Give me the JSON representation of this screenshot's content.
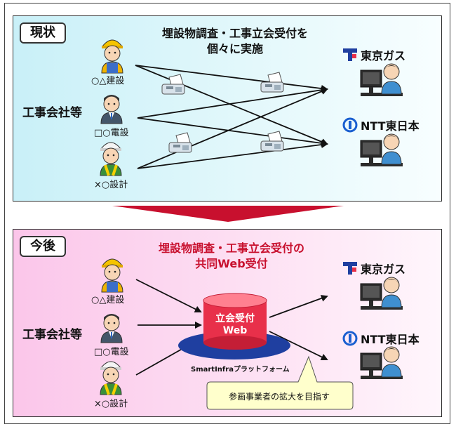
{
  "current": {
    "tag": "現状",
    "title_line1": "埋設物調査・工事立会受付を",
    "title_line2": "個々に実施",
    "group_label": "工事会社等",
    "companies": [
      "○△建設",
      "□○電設",
      "×○設計"
    ],
    "utilities": [
      "東京ガス",
      "NTT東日本"
    ]
  },
  "future": {
    "tag": "今後",
    "title_line1": "埋設物調査・工事立会受付の",
    "title_line2": "共同Web受付",
    "group_label": "工事会社等",
    "companies": [
      "○△建設",
      "□○電設",
      "×○設計"
    ],
    "utilities": [
      "東京ガス",
      "NTT東日本"
    ],
    "db_line1": "立会受付",
    "db_line2": "Web",
    "platform": "SmartInfraプラットフォーム",
    "callout": "参画事業者の拡大を目指す"
  },
  "colors": {
    "top_panel": "#c9f0f8",
    "bottom_panel": "#fbc6ea",
    "transition_arrow": "#c8102e",
    "db_fill": "#e8304a",
    "db_ring": "#1f3fa0",
    "callout_fill": "#ffffcc"
  }
}
